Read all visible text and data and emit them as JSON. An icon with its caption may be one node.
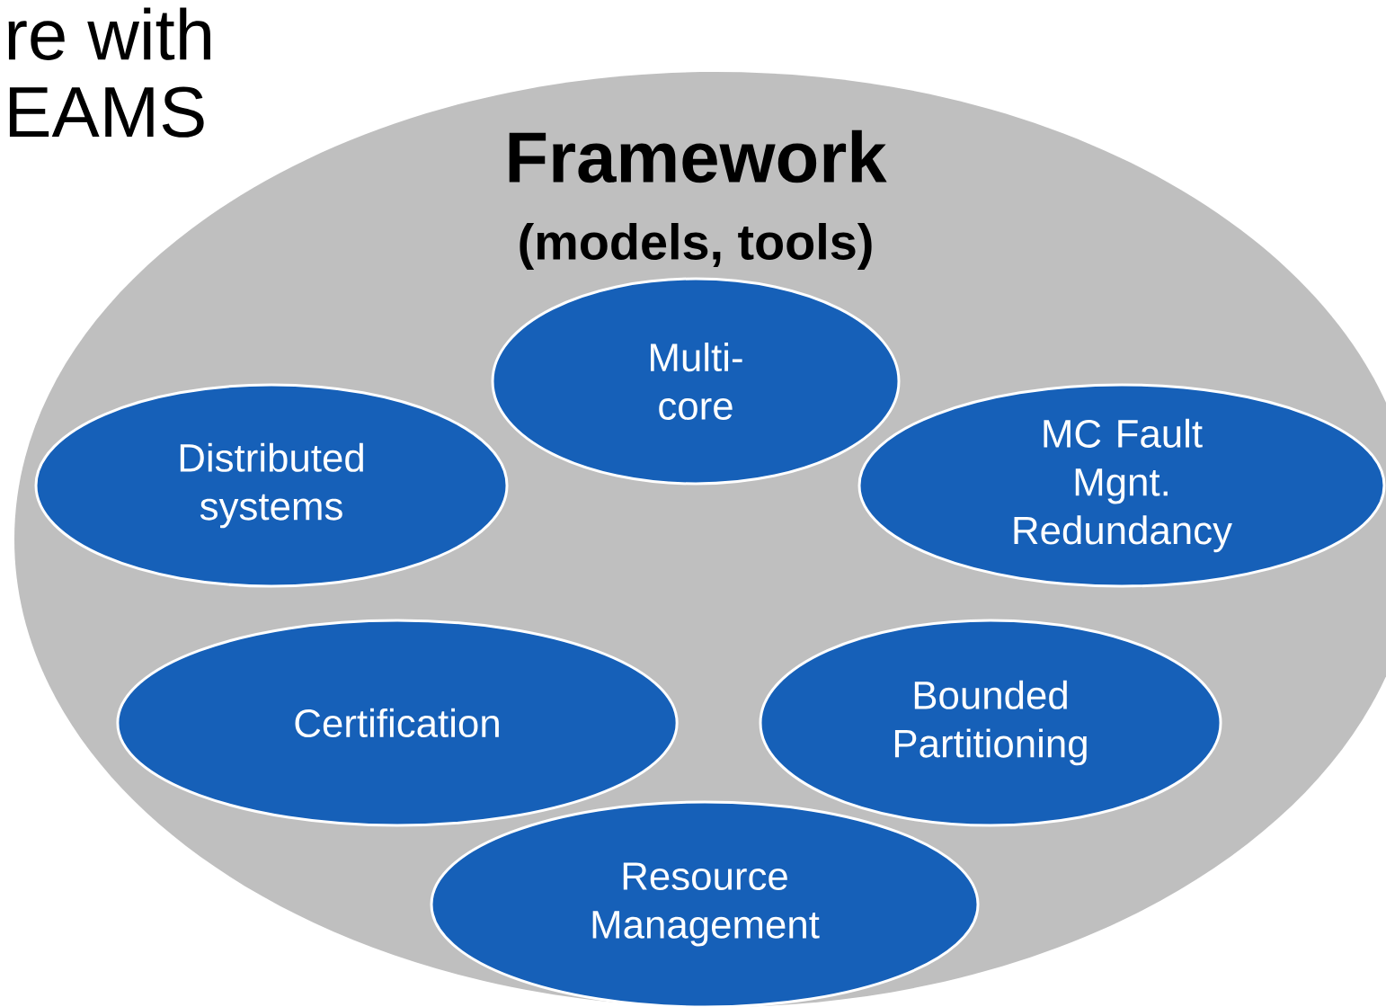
{
  "diagram": {
    "nodes": [
      {
        "text": [
          "Framework",
          "(models, tools)"
        ]
      },
      {
        "text": [
          "Multi- core"
        ],
        "in": 0
      },
      {
        "text": [
          "Distributed systems"
        ],
        "in": 0
      },
      {
        "text": [
          "MC Fault Mgnt. Redundancy"
        ],
        "in": 0
      },
      {
        "text": [
          "Certification"
        ],
        "in": 0
      },
      {
        "text": [
          "Bounded Partitioning"
        ],
        "in": 0
      },
      {
        "text": [
          "Resource Management"
        ],
        "in": 0
      }
    ],
    "labels": [
      "re with",
      "EAMS"
    ]
  }
}
